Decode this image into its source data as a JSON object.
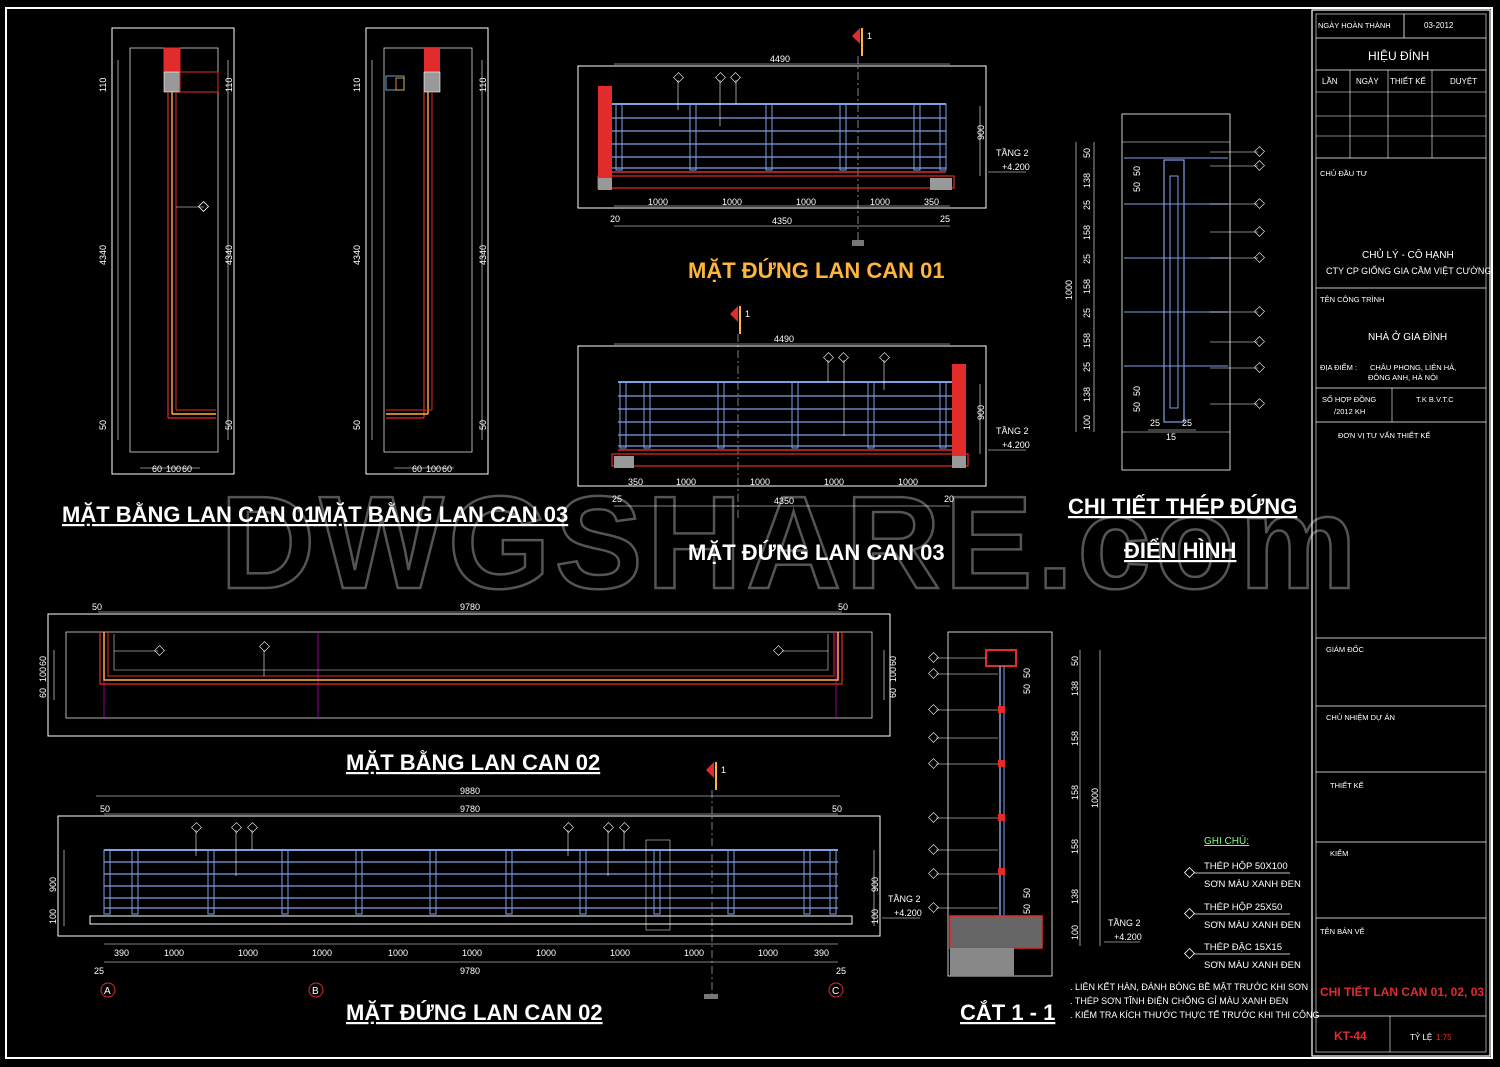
{
  "watermark": "DWGSHARE.com",
  "colors": {
    "background": "#000000",
    "railing_blue": "#7f9fe6",
    "wall_red": "#e22b2b",
    "title_yellow": "#ffb43c",
    "dim_white": "#ffffff",
    "magenta": "#c000c0"
  },
  "drawings": {
    "plan_01": {
      "title": "MẶT BẰNG LAN CAN 01",
      "dims": [
        "110",
        "110",
        "4340",
        "4340",
        "50",
        "50",
        "60",
        "100",
        "60"
      ]
    },
    "plan_03": {
      "title": "MẶT BẰNG LAN CAN 03",
      "dims": [
        "110",
        "110",
        "4340",
        "4340",
        "50",
        "50",
        "60",
        "100",
        "60"
      ]
    },
    "elev_01": {
      "title": "MẶT ĐỨNG LAN CAN 01",
      "section_mark": "1",
      "top_dim": "4490",
      "height_dim": "900",
      "level": "TẦNG 2",
      "level_value": "+4.200",
      "bottom_dims": [
        "20",
        "1000",
        "1000",
        "1000",
        "1000",
        "350",
        "25"
      ],
      "total_dim": "4350"
    },
    "elev_03": {
      "title": "MẶT ĐỨNG LAN CAN 03",
      "section_mark": "1",
      "top_dim": "4490",
      "height_dim": "900",
      "level": "TẦNG 2",
      "level_value": "+4.200",
      "bottom_dims": [
        "25",
        "350",
        "1000",
        "1000",
        "1000",
        "1000",
        "20"
      ],
      "total_dim": "4350"
    },
    "detail_post": {
      "title_line1": "CHI TIẾT THÉP ĐỨNG",
      "title_line2": "ĐIỂN HÌNH",
      "dims": [
        "50",
        "138",
        "25",
        "158",
        "25",
        "158",
        "25",
        "158",
        "25",
        "138",
        "100"
      ],
      "inner_dims": [
        "50",
        "50",
        "50",
        "50"
      ],
      "total": "1000",
      "bottom_dims": [
        "25",
        "25",
        "15"
      ]
    },
    "plan_02": {
      "title": "MẶT BẰNG LAN CAN 02",
      "top_dims": [
        "50",
        "9780",
        "50"
      ],
      "side_dims": [
        "60",
        "100",
        "60"
      ]
    },
    "elev_02": {
      "title": "MẶT ĐỨNG LAN CAN 02",
      "section_mark": "1",
      "top_dims": [
        "9880",
        "9780",
        "50",
        "50"
      ],
      "height_dims": [
        "900",
        "100",
        "900",
        "100"
      ],
      "level": "TẦNG 2",
      "level_value": "+4.200",
      "bottom_dims": [
        "390",
        "1000",
        "1000",
        "1000",
        "1000",
        "1000",
        "1000",
        "1000",
        "1000",
        "1000",
        "390"
      ],
      "total_dim": "9780",
      "edge_dims": [
        "25",
        "25"
      ],
      "grid_labels": [
        "A",
        "B",
        "C"
      ]
    },
    "section_11": {
      "title": "CẮT 1 - 1",
      "dims": [
        "50",
        "138",
        "158",
        "158",
        "158",
        "138",
        "100"
      ],
      "inner_dims": [
        "50",
        "50",
        "50",
        "50"
      ],
      "total": "1000",
      "level": "TẦNG 2",
      "level_value": "+4.200"
    }
  },
  "notes": {
    "title": "GHI CHÚ:",
    "items": [
      {
        "line1": "THÉP HỘP 50X100",
        "line2": "SƠN MÀU XANH ĐEN"
      },
      {
        "line1": "THÉP HỘP 25X50",
        "line2": "SƠN MÀU XANH ĐEN"
      },
      {
        "line1": "THÉP ĐẶC 15X15",
        "line2": "SƠN MÀU XANH ĐEN"
      }
    ],
    "general": [
      ". LIÊN KẾT HÀN, ĐÁNH BÓNG BỀ MẶT TRƯỚC KHI SƠN",
      ". THÉP SƠN TĨNH ĐIỆN CHỐNG GỈ MÀU XANH ĐEN",
      ". KIỂM TRA KÍCH THƯỚC THỰC TẾ TRƯỚC KHI THI CÔNG"
    ]
  },
  "title_block": {
    "completion_label": "NGÀY HOÀN THÀNH",
    "completion_value": "03-2012",
    "revision": "HIỆU ĐÍNH",
    "rev_cols": [
      "LẦN",
      "NGÀY",
      "THIẾT KẾ",
      "DUYỆT"
    ],
    "owner_label": "CHỦ ĐẦU TƯ",
    "owner_line1": "CHỦ LÝ - CÔ HẠNH",
    "owner_line2": "CTY CP GIỐNG GIA CẦM VIỆT CƯỜNG",
    "project_label": "TÊN CÔNG TRÌNH",
    "project_name": "NHÀ Ở GIA ĐÌNH",
    "location_label": "ĐỊA ĐIỂM :",
    "location_line1": "CHÂU PHONG, LIÊN HÀ,",
    "location_line2": "ĐÔNG ANH, HÀ NỘI",
    "contract_label1": "SỐ HỢP ĐỒNG",
    "contract_label2": "/2012 KH",
    "contract_value": "T.K B.V.T.C",
    "consultant": "ĐƠN VỊ TƯ VẤN THIẾT KẾ",
    "director": "GIÁM ĐỐC",
    "project_manager": "CHỦ NHIỆM DỰ ÁN",
    "designer": "THIẾT KẾ",
    "checker": "KIỂM",
    "drawing_name_label": "TÊN BẢN VẼ",
    "drawing_name": "CHI TIẾT LAN CAN 01, 02, 03",
    "sheet_no": "KT-44",
    "scale_label": "TỶ LỆ",
    "scale_value": "1:75"
  }
}
